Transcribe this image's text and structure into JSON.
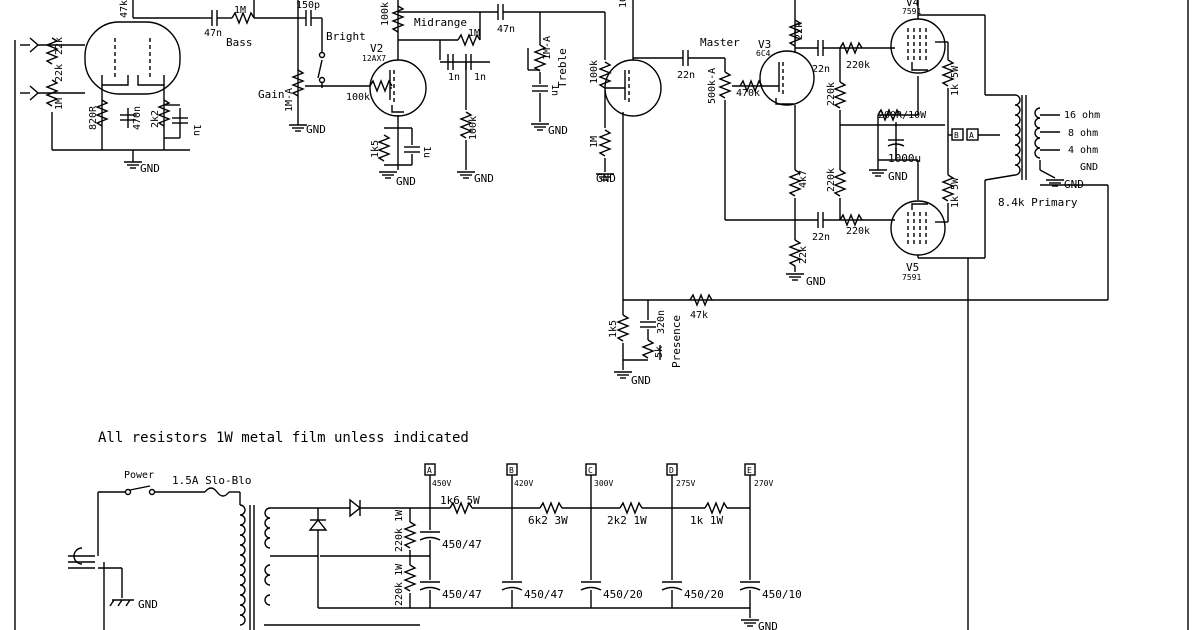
{
  "note": "All resistors 1W metal film unless indicated",
  "tubes": {
    "v2": {
      "name": "V2",
      "type": "12AX7"
    },
    "v3": {
      "name": "V3",
      "type": "6C4"
    },
    "v4": {
      "name": "V4",
      "type": "7591"
    },
    "v5": {
      "name": "V5",
      "type": "7591"
    }
  },
  "controls": {
    "bass": "Bass",
    "bright": "Bright",
    "gain": "Gain",
    "midrange": "Midrange",
    "treble": "Treble",
    "master": "Master",
    "presence": "Presence",
    "power": "Power"
  },
  "components": {
    "r_47k_top": "47k",
    "r_22k_a": "22k",
    "r_22k_b": "22k",
    "r_1m_left": "1M",
    "r_820r": "820R",
    "c_470n": "470n",
    "r_2k2": "2k2",
    "c_1u_left": "1u",
    "c_47n_bass": "47n",
    "pot_1m_bass": "1M",
    "c_150p": "150p",
    "pot_gain": "1M-A",
    "r_100k_grid": "100k",
    "r_100k_plate": "100k",
    "r_1k5_cath": "1k5",
    "c_1u_cath": "1u",
    "pot_mid": "1M",
    "c_1n_a": "1n",
    "c_1n_b": "1n",
    "r_100k_mid": "100k",
    "c_47n_treb": "47n",
    "pot_treb": "1M-A",
    "c_1n_treb": "1n",
    "r_100k_top": "100k",
    "r_100k_pi": "100k",
    "r_1m_pi": "1M",
    "c_22n_a": "22n",
    "pot_master": "500k-A",
    "r_470k": "470k",
    "r_22k_v3": "22k",
    "c_22n_b": "22n",
    "r_220k_a": "220k",
    "r_220k_b": "220k",
    "r_220k_c": "220k",
    "r_220k_d": "220k",
    "r_4k7": "4k7",
    "r_22k_v3k": "22k",
    "c_22n_c": "22n",
    "r_200r": "200R/10W",
    "c_1000u": "1000u",
    "r_1k5w_a": "1k 5W",
    "r_1k5w_b": "1k 5W",
    "r_1k5_pres": "1k5",
    "c_320n": "320n",
    "pot_5k": "5k",
    "r_47k_fb": "47k",
    "fuse": "1.5A Slo-Blo",
    "r_220k_ps_a": "220k 1W",
    "r_220k_ps_b": "220k 1W",
    "c_450_47_a": "450/47",
    "c_450_47_b": "450/47",
    "c_450_47_c": "450/47",
    "c_450_20_a": "450/20",
    "c_450_20_b": "450/20",
    "c_450_10": "450/10",
    "r_1k6": "1k6 5W",
    "r_6k2": "6k2 3W",
    "r_2k2_ps": "2k2 1W",
    "r_1k_ps": "1k 1W"
  },
  "output": {
    "taps": [
      "16 ohm",
      "8 ohm",
      "4 ohm",
      "GND"
    ],
    "primary": "8.4k Primary"
  },
  "nodes": {
    "a": {
      "label": "A",
      "volt": "450V"
    },
    "b": {
      "label": "B",
      "volt": "420V"
    },
    "c": {
      "label": "C",
      "volt": "300V"
    },
    "d": {
      "label": "D",
      "volt": "275V"
    },
    "e": {
      "label": "E",
      "volt": "270V"
    }
  },
  "gnd": "GND"
}
